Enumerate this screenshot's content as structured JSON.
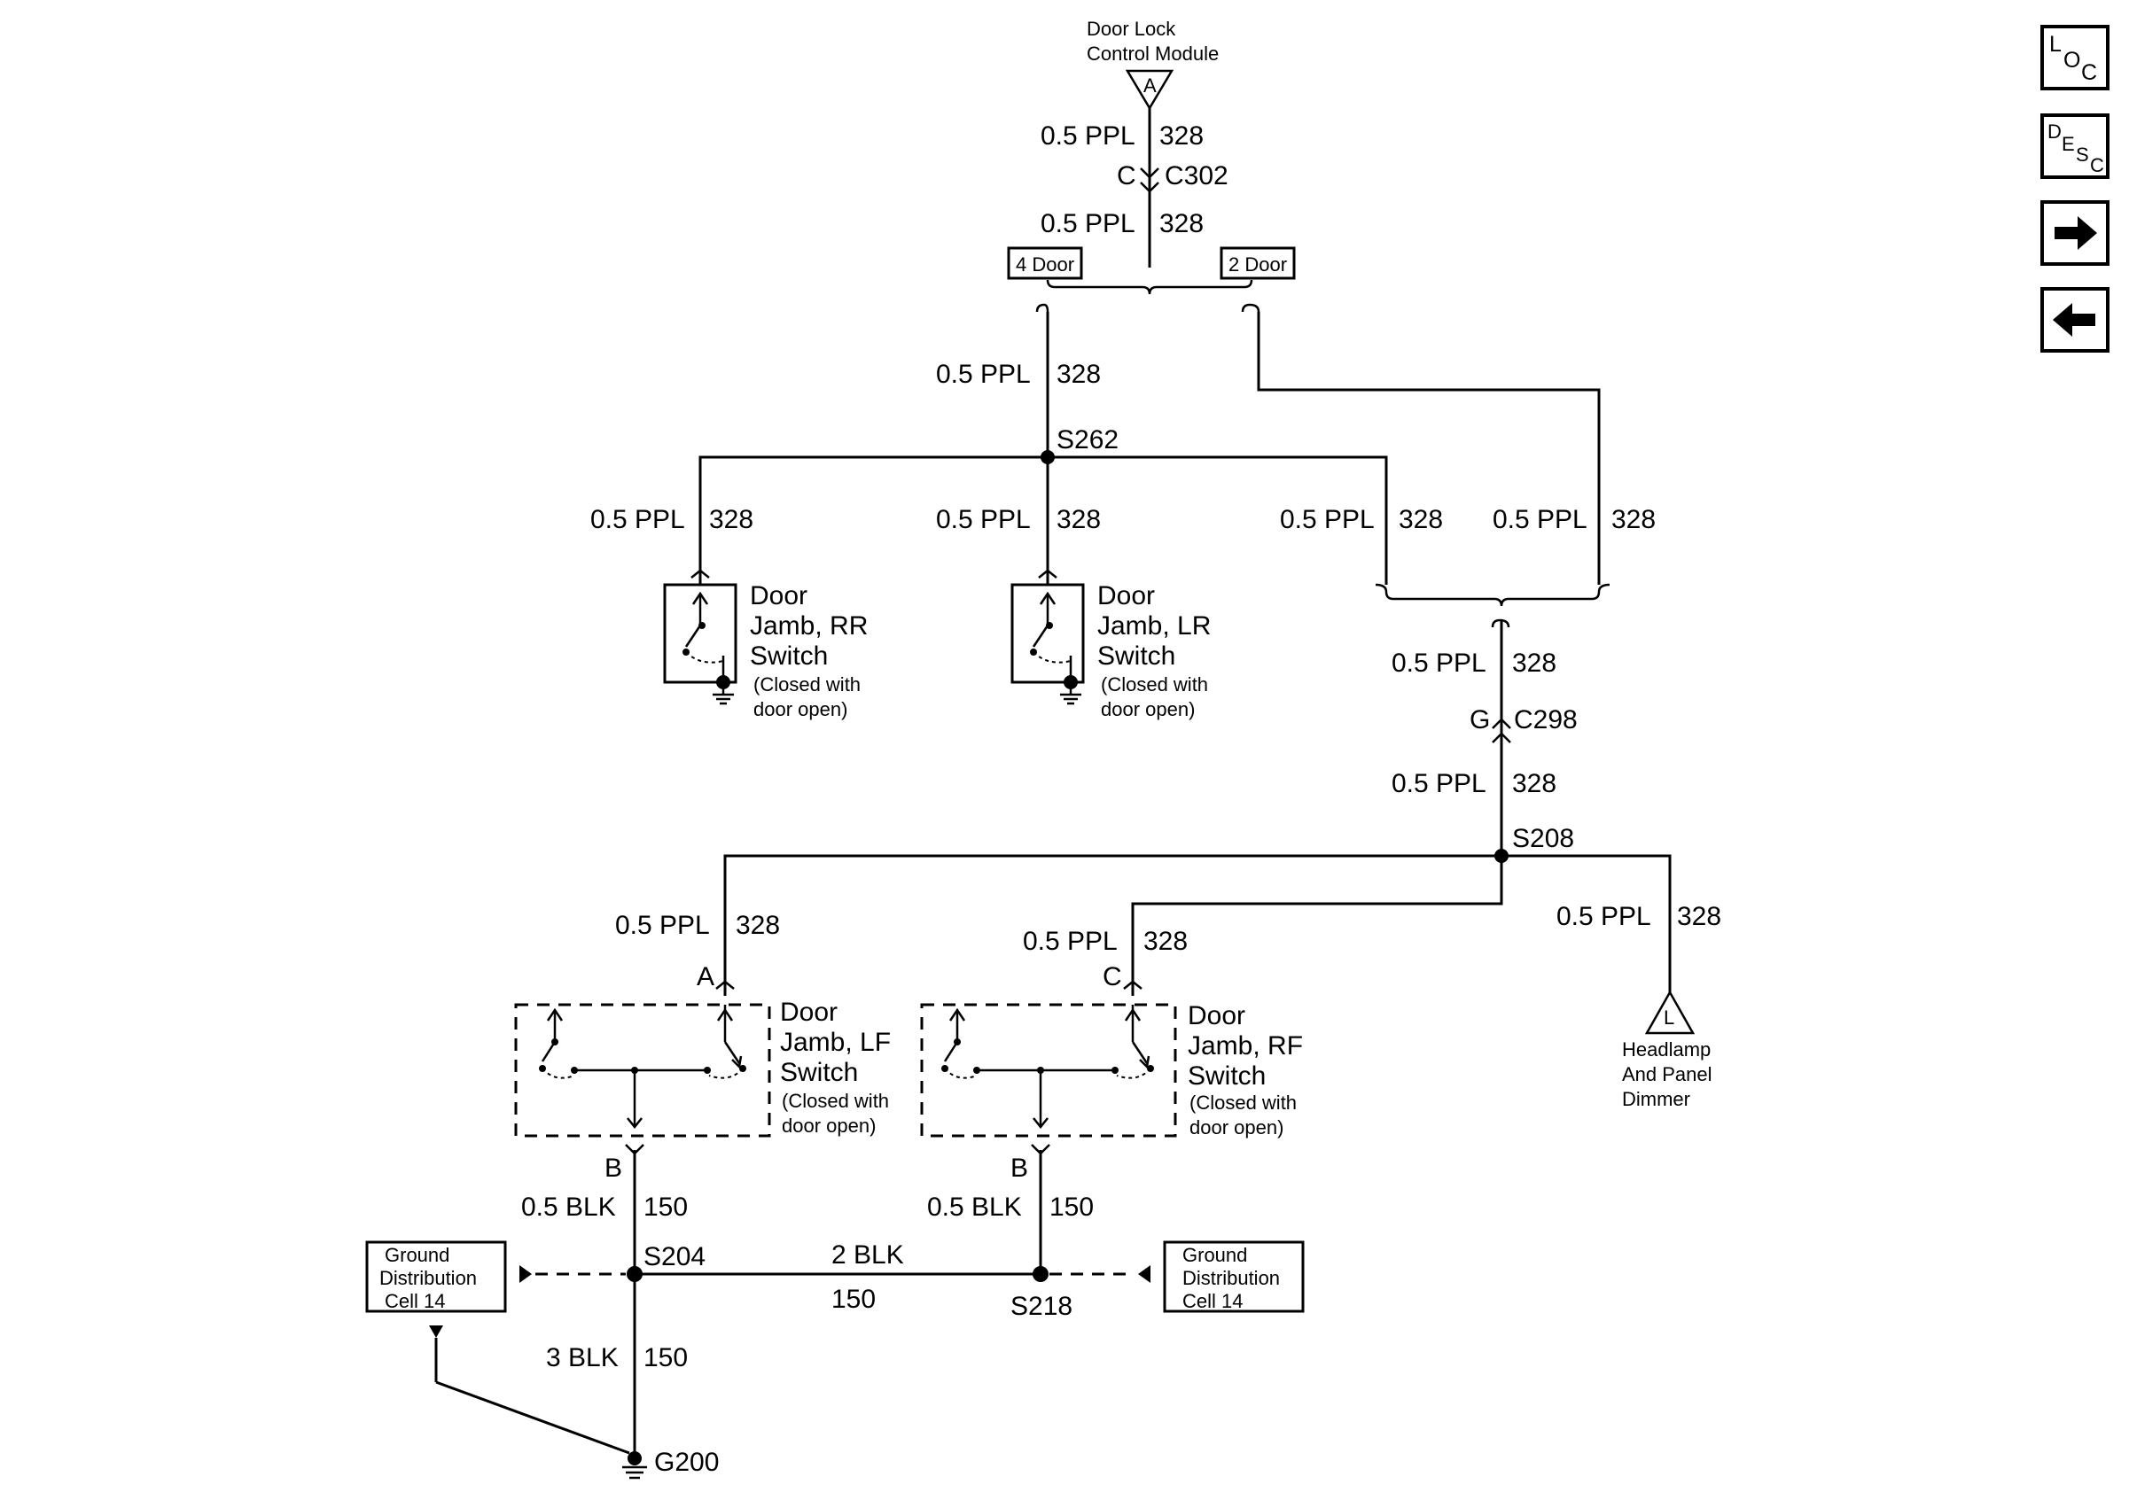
{
  "nav": {
    "loc": {
      "main": "L",
      "o": "O",
      "c": "C"
    },
    "desc": {
      "d": "D",
      "e": "E",
      "s": "S",
      "c": "C"
    }
  },
  "module": {
    "line1": "Door Lock",
    "line2": "Control Module",
    "pin": "A"
  },
  "wires": {
    "ppl": "0.5 PPL",
    "ckt328": "328",
    "blk05": "0.5 BLK",
    "blk2": "2 BLK",
    "blk3": "3 BLK",
    "ckt150": "150"
  },
  "connectors": {
    "c302": "C302",
    "c302_pin": "C",
    "c298": "C298",
    "c298_pin": "G",
    "four_door": "4 Door",
    "two_door": "2 Door"
  },
  "splices": {
    "s262": "S262",
    "s208": "S208",
    "s204": "S204",
    "s218": "S218",
    "g200": "G200"
  },
  "switches": {
    "rr": {
      "l1": "Door",
      "l2": "Jamb, RR",
      "l3": "Switch",
      "n1": "(Closed with",
      "n2": "door open)"
    },
    "lr": {
      "l1": "Door",
      "l2": "Jamb, LR",
      "l3": "Switch",
      "n1": "(Closed with",
      "n2": "door open)"
    },
    "lf": {
      "l1": "Door",
      "l2": "Jamb, LF",
      "l3": "Switch",
      "n1": "(Closed with",
      "n2": "door open)",
      "pin_in": "A",
      "pin_out": "B"
    },
    "rf": {
      "l1": "Door",
      "l2": "Jamb, RF",
      "l3": "Switch",
      "n1": "(Closed with",
      "n2": "door open)",
      "pin_in": "C",
      "pin_out": "B"
    }
  },
  "headlamp": {
    "pin": "L",
    "l1": "Headlamp",
    "l2": "And Panel",
    "l3": "Dimmer"
  },
  "ground_cell": {
    "l1": "Ground",
    "l2": "Distribution",
    "l3": "Cell 14"
  }
}
